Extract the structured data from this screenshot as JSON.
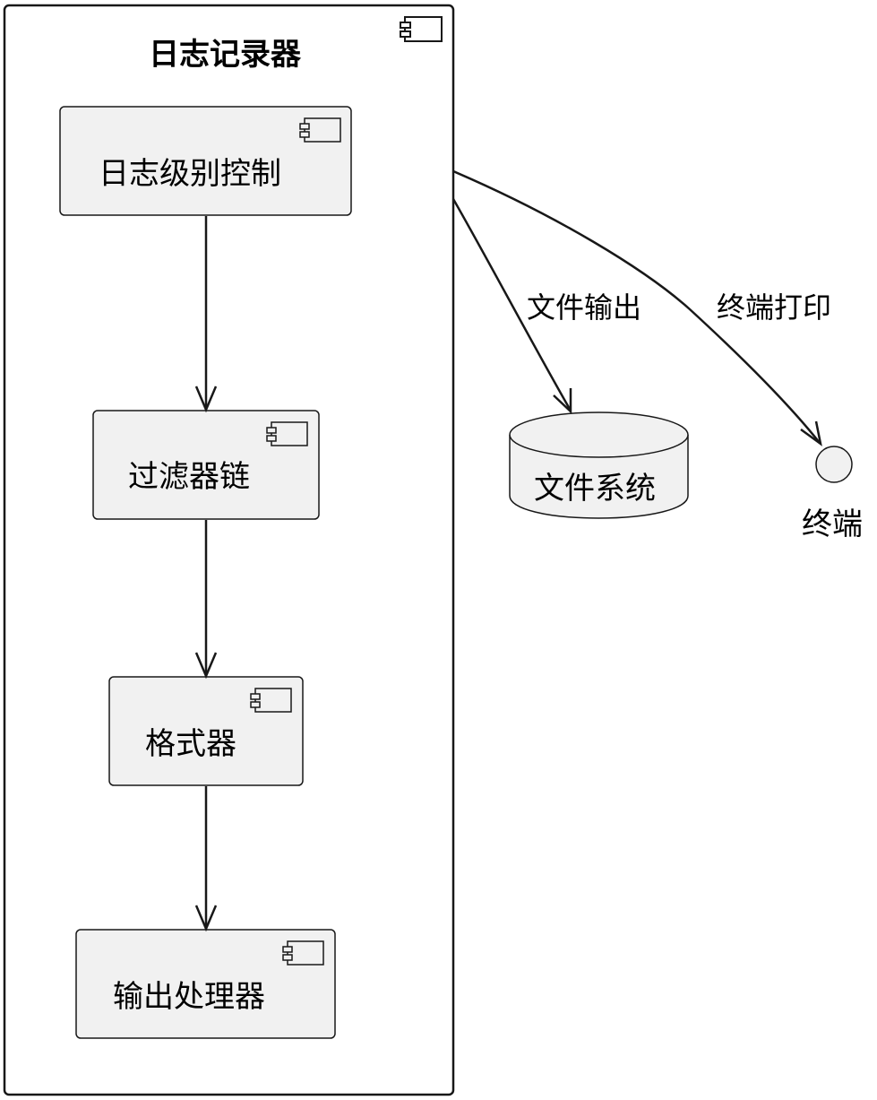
{
  "container": {
    "title": "日志记录器"
  },
  "components": {
    "level_control": "日志级别控制",
    "filter_chain": "过滤器链",
    "formatter": "格式器",
    "output_handler": "输出处理器"
  },
  "externals": {
    "file_system": "文件系统",
    "terminal": "终端"
  },
  "edges": {
    "file_output": "文件输出",
    "terminal_print": "终端打印"
  },
  "colors": {
    "stroke": "#181818",
    "component_fill": "#f1f1f1",
    "background": "#ffffff"
  }
}
